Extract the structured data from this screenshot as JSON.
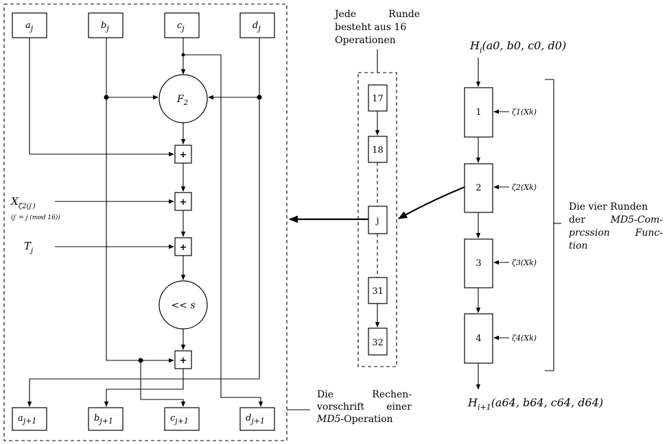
{
  "vars": {
    "a": "a",
    "b": "b",
    "c": "c",
    "d": "d",
    "sub_j": "j",
    "sub_j1": "j+1"
  },
  "nodes": {
    "f2": "F",
    "f2_sub": "2",
    "shift": "<< s",
    "plus": "+"
  },
  "inputs": {
    "x_main": "X",
    "x_sub": "ζ2(j′)",
    "x_note": "(j′ = j (mod 16))",
    "t_main": "T",
    "t_sub": "j"
  },
  "captions": {
    "operation": [
      "Die",
      "Rechen-",
      "vorschrift",
      "einer",
      "MD5",
      "-Operation"
    ],
    "round_note": [
      "Jede",
      "Runde",
      "besteht aus 16",
      "Operationen"
    ],
    "rounds_note": [
      "Die vier Runden",
      "der",
      "MD5-Com-",
      "prcssion",
      "Func-",
      "tion"
    ]
  },
  "sequence": [
    "17",
    "18",
    "j",
    "31",
    "32"
  ],
  "rounds": [
    {
      "label": "1",
      "input": "ζ1(Xk)"
    },
    {
      "label": "2",
      "input": "ζ2(Xk)"
    },
    {
      "label": "3",
      "input": "ζ3(Xk)"
    },
    {
      "label": "4",
      "input": "ζ4(Xk)"
    }
  ],
  "hash_in": {
    "h": "H",
    "sub": "i",
    "args": "(a0, b0, c0, d0)"
  },
  "hash_out": {
    "h": "H",
    "sub": "i+1",
    "args": "(a64, b64, c64, d64)"
  }
}
